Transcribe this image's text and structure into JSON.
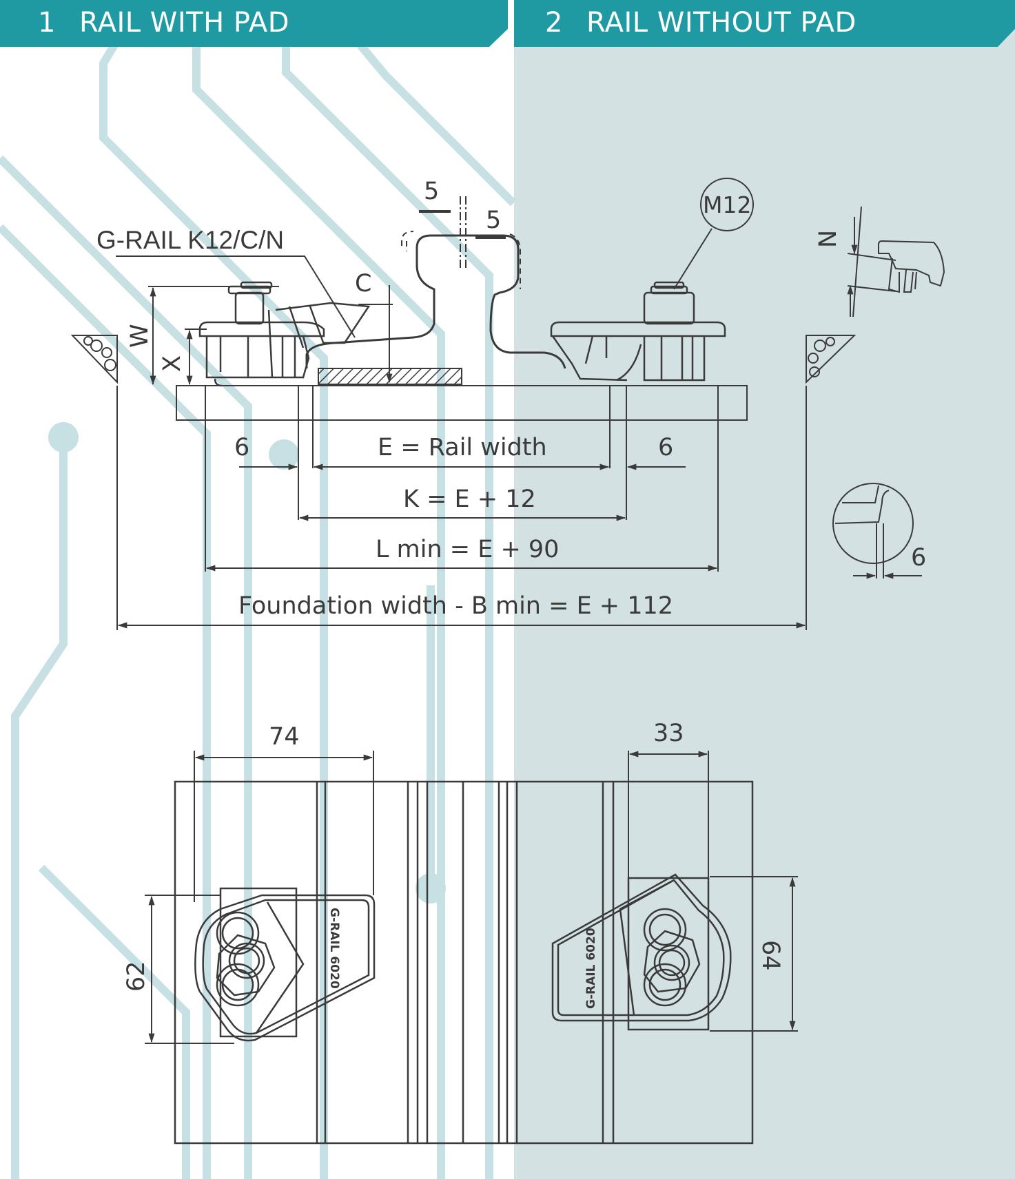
{
  "headers": [
    {
      "number": "1",
      "title": "RAIL WITH PAD"
    },
    {
      "number": "2",
      "title": "RAIL WITHOUT PAD"
    }
  ],
  "colors": {
    "header_bg": "#1f9aa3",
    "right_panel_bg": "#d4e1e3",
    "line": "#3a3a3a",
    "circuit": "#c6e0e3"
  },
  "section_view": {
    "clip_label": "G-RAIL K12/C/N",
    "bolt_label": "M12",
    "dim_w": "W",
    "dim_x": "X",
    "dim_c": "C",
    "dim_n": "N",
    "gap_top_left": "5",
    "gap_top_right": "5",
    "gap_left": "6",
    "gap_right": "6",
    "detail_gap": "6",
    "rail_width": "E = Rail width",
    "k_dim": "K = E + 12",
    "l_dim": "L min = E + 90",
    "foundation": "Foundation width -  B min = E + 112"
  },
  "plan_view": {
    "dim_left_top": "74",
    "dim_right_top": "33",
    "dim_left_side": "62",
    "dim_right_side": "64",
    "clip_text_left": "G-RAIL 6020",
    "clip_text_right": "G-RAIL 6020"
  }
}
